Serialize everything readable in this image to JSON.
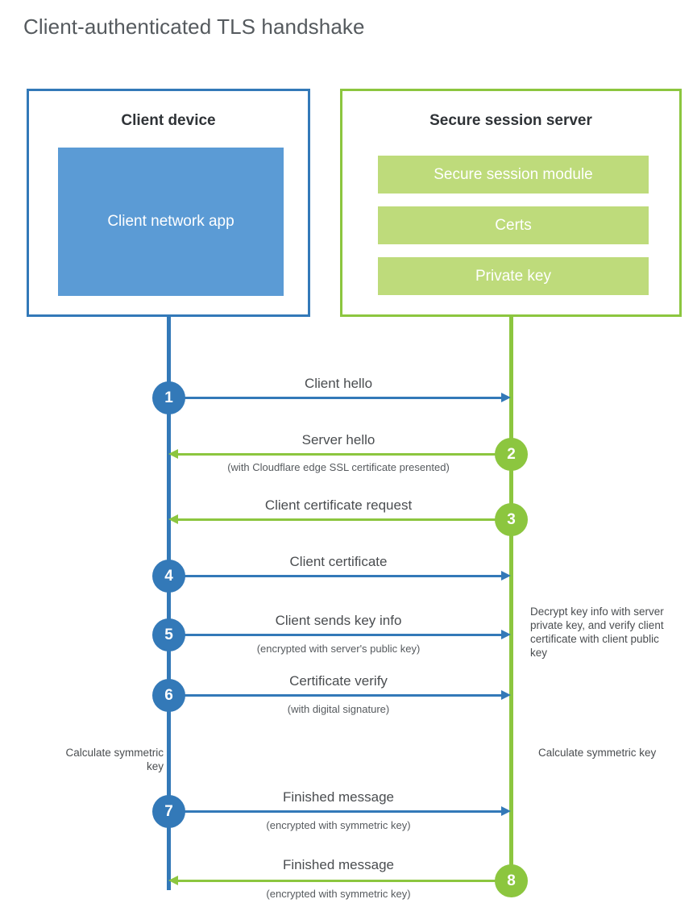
{
  "title": "Client-authenticated TLS handshake",
  "colors": {
    "client_blue": "#3379b8",
    "client_app_blue": "#5b9bd5",
    "server_green": "#8cc63f",
    "server_bar_green": "#bedb7b",
    "text_gray": "#4a4d50",
    "title_gray": "#555a5e"
  },
  "actors": {
    "client": {
      "title": "Client device",
      "app_label": "Client network app"
    },
    "server": {
      "title": "Secure session server",
      "modules": [
        "Secure session module",
        "Certs",
        "Private key"
      ]
    }
  },
  "steps": [
    {
      "number": "1",
      "direction": "client-to-server",
      "main": "Client hello",
      "sub": ""
    },
    {
      "number": "2",
      "direction": "server-to-client",
      "main": "Server hello",
      "sub": "(with Cloudflare edge SSL certificate presented)"
    },
    {
      "number": "3",
      "direction": "server-to-client",
      "main": "Client certificate request",
      "sub": ""
    },
    {
      "number": "4",
      "direction": "client-to-server",
      "main": "Client certificate",
      "sub": ""
    },
    {
      "number": "5",
      "direction": "client-to-server",
      "main": "Client sends key info",
      "sub": "(encrypted with server's public key)"
    },
    {
      "number": "6",
      "direction": "client-to-server",
      "main": "Certificate verify",
      "sub": "(with digital signature)"
    },
    {
      "number": "7",
      "direction": "client-to-server",
      "main": "Finished message",
      "sub": "(encrypted with symmetric key)"
    },
    {
      "number": "8",
      "direction": "server-to-client",
      "main": "Finished message",
      "sub": "(encrypted with symmetric key)"
    }
  ],
  "annotations": {
    "decrypt_note": "Decrypt key info with server private key, and verify client certificate with client public key",
    "client_calculate": "Calculate symmetric key",
    "server_calculate": "Calculate symmetric key"
  }
}
